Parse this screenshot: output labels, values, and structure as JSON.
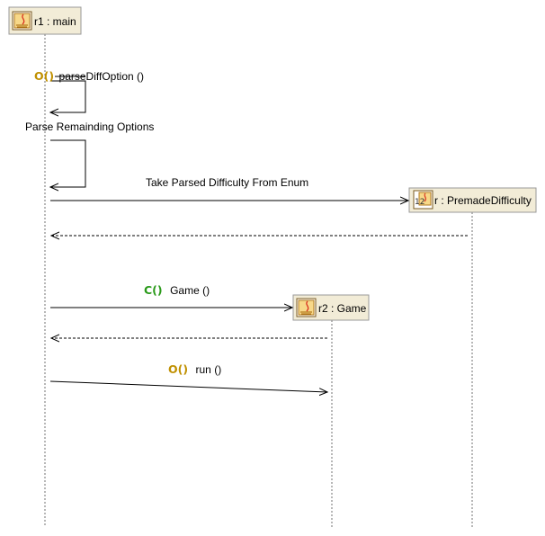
{
  "colors": {
    "box_fill": "#f2ecd7",
    "box_border": "#9a9a9a",
    "line": "#000000",
    "lifeline": "#707070",
    "operation_prefix": "#c09000",
    "constructor_prefix": "#2a9a1a"
  },
  "participants": [
    {
      "id": "r1",
      "label": "r1 : main",
      "icon": "java-class-icon"
    },
    {
      "id": "r",
      "label": "r : PremadeDifficulty",
      "icon": "enum-icon"
    },
    {
      "id": "r2",
      "label": "r2 : Game",
      "icon": "java-class-icon"
    }
  ],
  "messages": [
    {
      "id": "m1",
      "kind": "self-call",
      "prefix": "O()",
      "text": "parseDiffOption ()",
      "from": "r1",
      "to": "r1"
    },
    {
      "id": "m2",
      "kind": "self-call",
      "prefix": "",
      "text": "Parse Remainding Options",
      "from": "r1",
      "to": "r1"
    },
    {
      "id": "m3",
      "kind": "call",
      "prefix": "",
      "text": "Take Parsed Difficulty From Enum",
      "from": "r1",
      "to": "r"
    },
    {
      "id": "m4",
      "kind": "return",
      "prefix": "",
      "text": "",
      "from": "r",
      "to": "r1"
    },
    {
      "id": "m5",
      "kind": "create",
      "prefix": "C()",
      "text": "Game ()",
      "from": "r1",
      "to": "r2"
    },
    {
      "id": "m6",
      "kind": "return",
      "prefix": "",
      "text": "",
      "from": "r2",
      "to": "r1"
    },
    {
      "id": "m7",
      "kind": "call",
      "prefix": "O()",
      "text": "run ()",
      "from": "r1",
      "to": "r2"
    }
  ]
}
